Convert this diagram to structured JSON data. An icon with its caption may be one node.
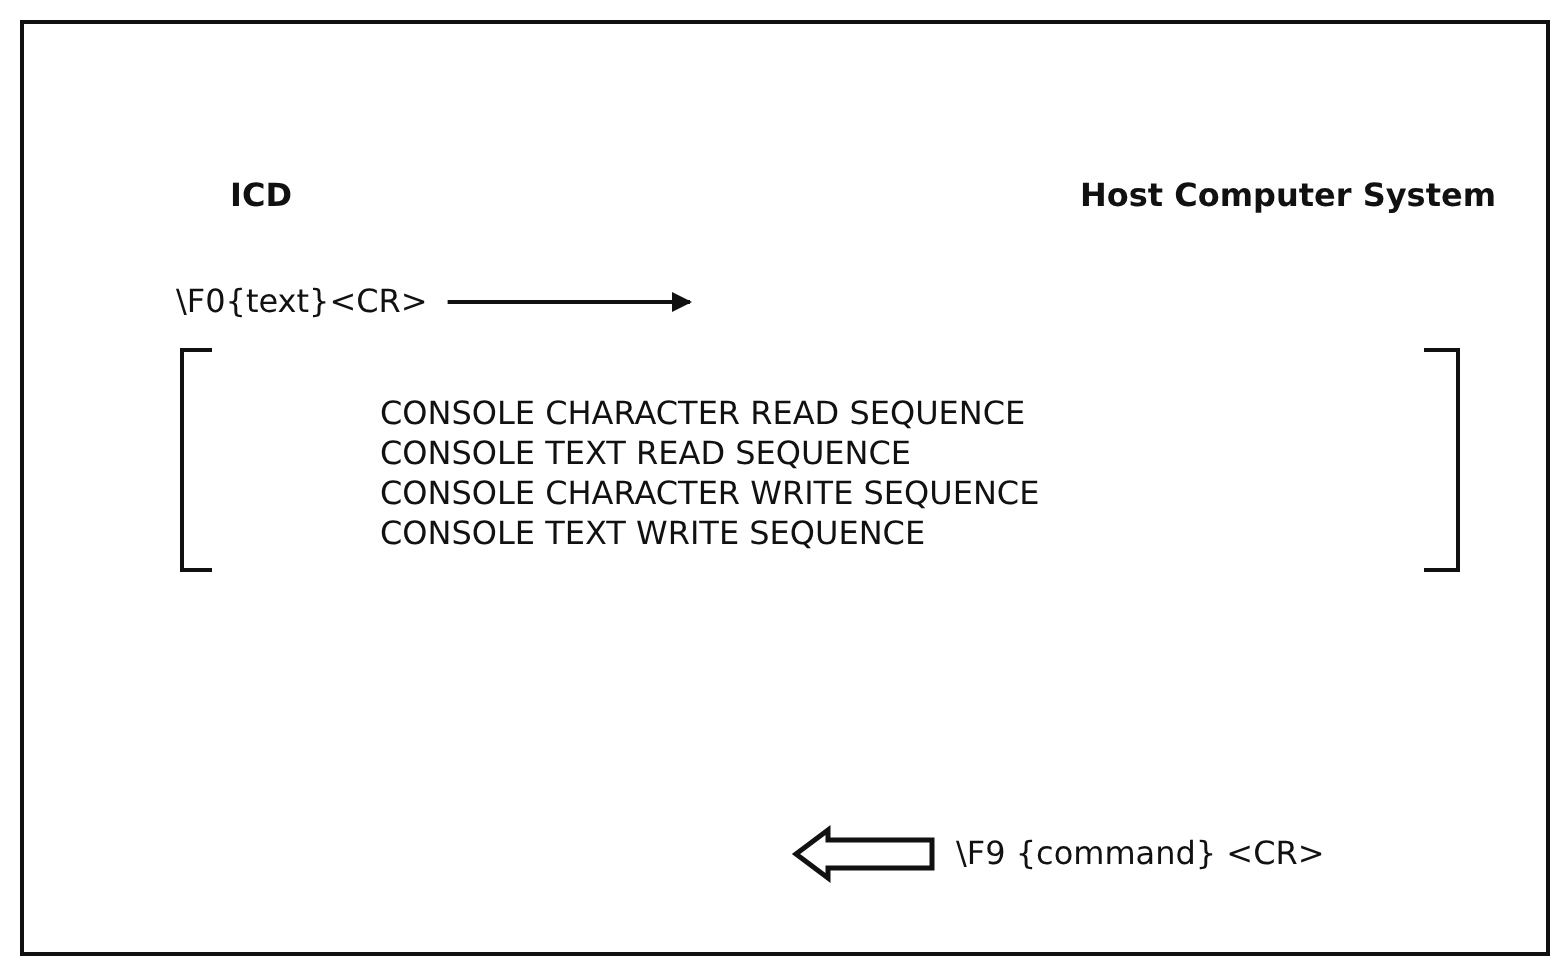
{
  "diagram": {
    "nodes": [
      {
        "text": [
          "\\F0{text}<CR>"
        ]
      },
      {
        "text": [
          "\\F9 {command} <CR>"
        ]
      }
    ],
    "edges": [
      {
        "from": 0,
        "to": null,
        "arrow": "to"
      },
      {
        "from": 1,
        "to": null,
        "arrow": "to",
        "style": "thick"
      }
    ],
    "labels": [
      "ICD",
      "Host Computer System",
      "CONSOLE CHARACTER READ SEQUENCE",
      "CONSOLE TEXT READ SEQUENCE",
      "CONSOLE CHARACTER WRITE SEQUENCE",
      "CONSOLE TEXT WRITE SEQUENCE"
    ]
  }
}
